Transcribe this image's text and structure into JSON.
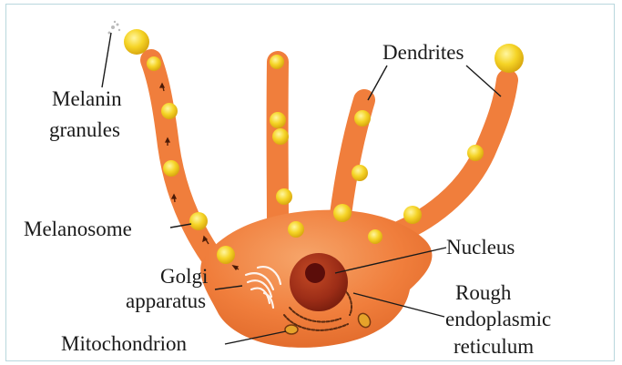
{
  "labels": {
    "melanin_granules": [
      "Melanin",
      "granules"
    ],
    "dendrites": "Dendrites",
    "melanosome": "Melanosome",
    "nucleus": "Nucleus",
    "golgi_apparatus": [
      "Golgi",
      "apparatus"
    ],
    "rough_er": [
      "Rough",
      "endoplasmic",
      "reticulum"
    ],
    "mitochondrion": "Mitochondrion"
  },
  "colors": {
    "cell_body": "#f07e3c",
    "cell_highlight": "#f6a56a",
    "melanosome": "#f3cf1e",
    "nucleus": "#a6331a",
    "nucleolus": "#5b0d0a",
    "leader_line": "#1a1a1a",
    "frame": "#b9d7dd"
  }
}
